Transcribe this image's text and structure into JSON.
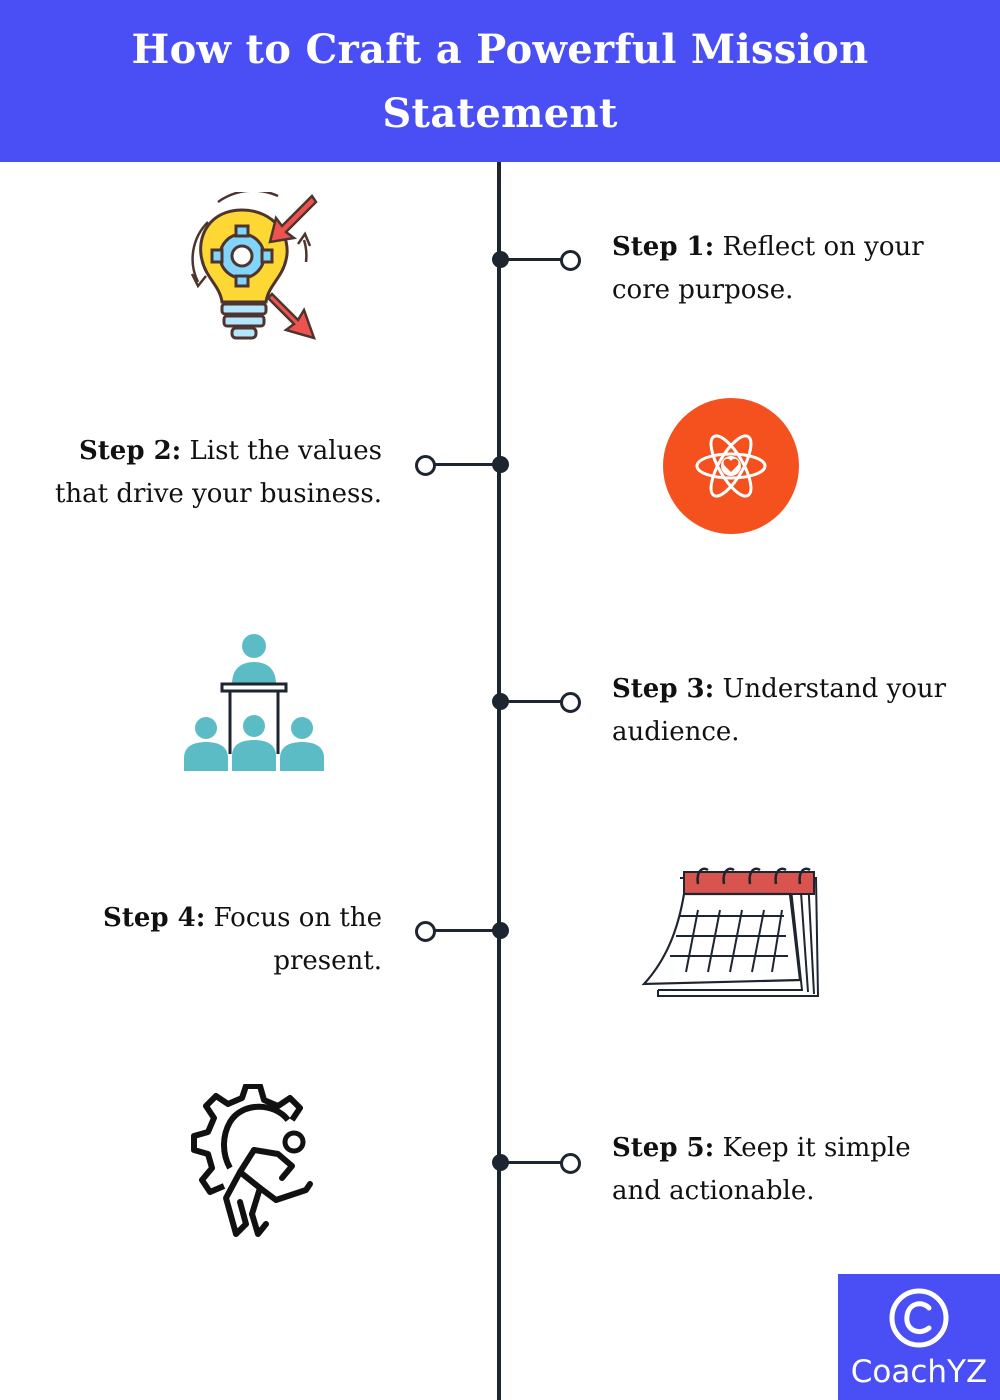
{
  "title": "How to Craft a Powerful Mission Statement",
  "steps": [
    {
      "label": "Step 1:",
      "text": "Reflect on your core purpose.",
      "side": "right",
      "icon": "lightbulb-gear-icon"
    },
    {
      "label": "Step 2:",
      "text": "List the values that drive your business.",
      "side": "left",
      "icon": "atom-heart-icon"
    },
    {
      "label": "Step 3:",
      "text": "Understand your audience.",
      "side": "right",
      "icon": "audience-presenter-icon"
    },
    {
      "label": "Step 4:",
      "text": "Focus on the present.",
      "side": "left",
      "icon": "calendar-icon"
    },
    {
      "label": "Step 5:",
      "text": "Keep it simple and actionable.",
      "side": "right",
      "icon": "gear-runner-icon"
    }
  ],
  "logo": {
    "symbol": "©",
    "text": "CoachYZ"
  },
  "colors": {
    "header": "#4a4ff5",
    "timeline": "#1c2530",
    "bulb": "#fdd835",
    "arrow": "#ef5350",
    "atom_circle": "#f4511e",
    "audience": "#5bbcc6",
    "calendar_top": "#d9534f"
  }
}
